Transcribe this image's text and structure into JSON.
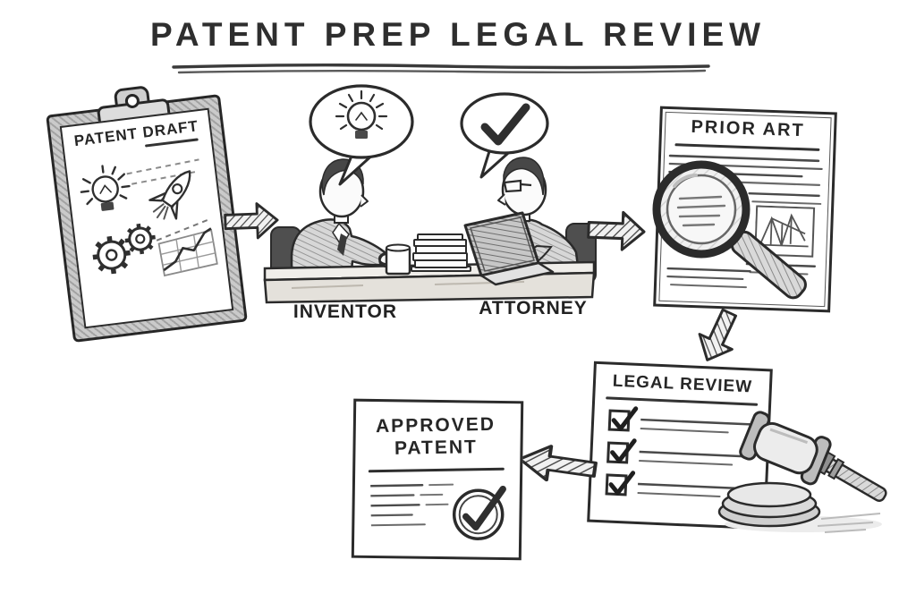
{
  "title": "PATENT PREP LEGAL REVIEW",
  "colors": {
    "ink": "#2b2b2b",
    "paper": "#ffffff",
    "pencil_shade": "#cfcfcf"
  },
  "patent_draft": {
    "label": "PATENT DRAFT",
    "icons": [
      "lightbulb-icon",
      "rocket-icon",
      "gears-icon",
      "growth-chart-icon"
    ]
  },
  "meeting": {
    "inventor_label": "INVENTOR",
    "attorney_label": "ATTORNEY",
    "inventor_bubble_icon": "lightbulb-icon",
    "attorney_bubble_icon": "checkmark-icon",
    "desk_items": [
      "coffee-mug",
      "book-stack",
      "laptop"
    ]
  },
  "prior_art": {
    "label": "PRIOR ART",
    "icons": [
      "magnifying-glass-icon",
      "schematic-sketch"
    ]
  },
  "legal_review": {
    "label": "LEGAL REVIEW",
    "checked_items": 3,
    "icons": [
      "gavel-icon",
      "checkbox-checked-icon"
    ]
  },
  "approved_patent": {
    "label_line1": "APPROVED",
    "label_line2": "PATENT",
    "icons": [
      "seal-checkmark-icon"
    ]
  },
  "flow": [
    {
      "from": "patent-draft",
      "to": "inventor-attorney-meeting",
      "direction": "right"
    },
    {
      "from": "inventor-attorney-meeting",
      "to": "prior-art-search",
      "direction": "right"
    },
    {
      "from": "prior-art-search",
      "to": "legal-review",
      "direction": "down"
    },
    {
      "from": "legal-review",
      "to": "approved-patent",
      "direction": "left"
    }
  ]
}
